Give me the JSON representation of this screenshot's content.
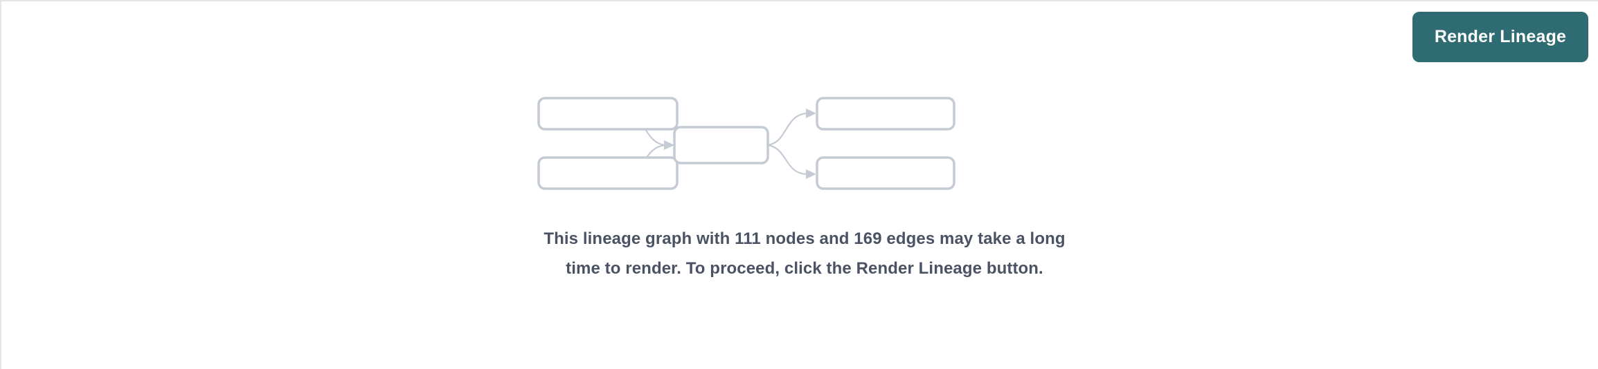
{
  "page": {
    "background_color": "#ffffff",
    "border_color": "#e3e5e9"
  },
  "toolbar": {
    "render_button_label": "Render Lineage",
    "render_button_color": "#2f6b72",
    "render_button_text_color": "#ffffff"
  },
  "lineage_preview": {
    "node_border_color": "#c4cbd4",
    "edge_color": "#c4cbd4",
    "nodes": [
      {
        "id": "source-1",
        "label": "",
        "column": "left",
        "row": "top"
      },
      {
        "id": "source-2",
        "label": "",
        "column": "left",
        "row": "bottom"
      },
      {
        "id": "center-1",
        "label": "",
        "column": "center",
        "row": "middle"
      },
      {
        "id": "target-1",
        "label": "",
        "column": "right",
        "row": "top"
      },
      {
        "id": "target-2",
        "label": "",
        "column": "right",
        "row": "bottom"
      }
    ],
    "edges": [
      {
        "from": "source-1",
        "to": "center-1"
      },
      {
        "from": "source-2",
        "to": "center-1"
      },
      {
        "from": "center-1",
        "to": "target-1"
      },
      {
        "from": "center-1",
        "to": "target-2"
      }
    ]
  },
  "message": {
    "text": "This lineage graph with 111 nodes and 169 edges may take a long time to render. To proceed, click the Render Lineage button.",
    "node_count": 111,
    "edge_count": 169,
    "text_color": "#4a5264"
  }
}
